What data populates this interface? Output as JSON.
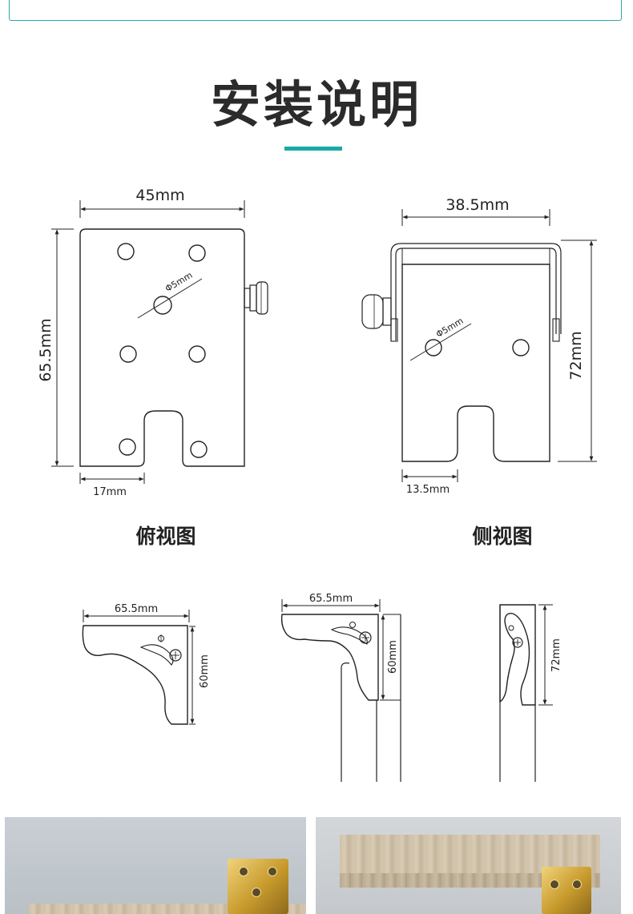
{
  "page": {
    "title": "安装说明",
    "accent_color": "#18a9a6"
  },
  "top_view": {
    "width_dim": "45mm",
    "height_dim": "65.5mm",
    "hole_dim": "Φ5mm",
    "offset_dim": "17mm",
    "label": "俯视图"
  },
  "side_view": {
    "width_dim": "38.5mm",
    "height_dim": "72mm",
    "hole_dim": "Φ5mm",
    "offset_dim": "13.5mm",
    "label": "侧视图"
  },
  "fold_views": {
    "folded": {
      "width_dim": "65.5mm",
      "height_dim": "60mm"
    },
    "half": {
      "width_dim": "65.5mm",
      "height_dim": "60mm"
    },
    "open": {
      "height_dim": "72mm"
    }
  }
}
